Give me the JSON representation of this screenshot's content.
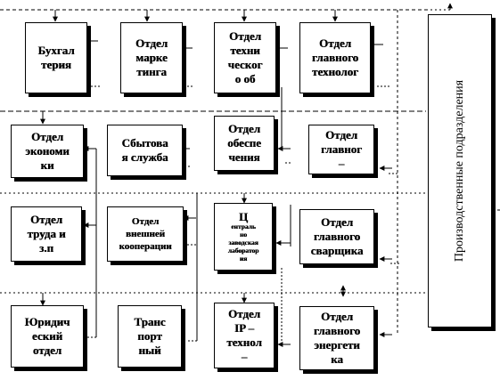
{
  "diagram": {
    "production_units": "Производственные подразделения",
    "departments": [
      {
        "id": "buh",
        "label": "Бухгал\nтерия"
      },
      {
        "id": "mark",
        "label": "Отдел\nмарке\nтинга"
      },
      {
        "id": "tech",
        "label": "Отдел\nтехни\nческог\nо об"
      },
      {
        "id": "gtech",
        "label": "Отдел\nглавного\nтехнолог"
      },
      {
        "id": "econ",
        "label": "Отдел\nэкономи\nки"
      },
      {
        "id": "sbyt",
        "label": "Сбытова\nя служба"
      },
      {
        "id": "obesp",
        "label": "Отдел\nобеспе\nчения"
      },
      {
        "id": "glavn",
        "label": "Отдел\nглавног\n–"
      },
      {
        "id": "trud",
        "label": "Отдел\nтруда и\nз.п"
      },
      {
        "id": "vnesh",
        "label": "Отдел\nвнешней\nкооперации"
      },
      {
        "id": "lab",
        "label_big": "Ц",
        "label": "ентраль\nно\nзаводская\nлаборатор\nия"
      },
      {
        "id": "svar",
        "label": "Отдел\nглавного\nсварщика"
      },
      {
        "id": "yur",
        "label": "Юридич\nеский\nотдел"
      },
      {
        "id": "trans",
        "label": "Транс\nпорт\nный"
      },
      {
        "id": "ir",
        "label": "Отдел\nIP –\nтехнол\n–"
      },
      {
        "id": "energ",
        "label": "Отдел\nглавного\nэнергети\nка"
      }
    ]
  }
}
